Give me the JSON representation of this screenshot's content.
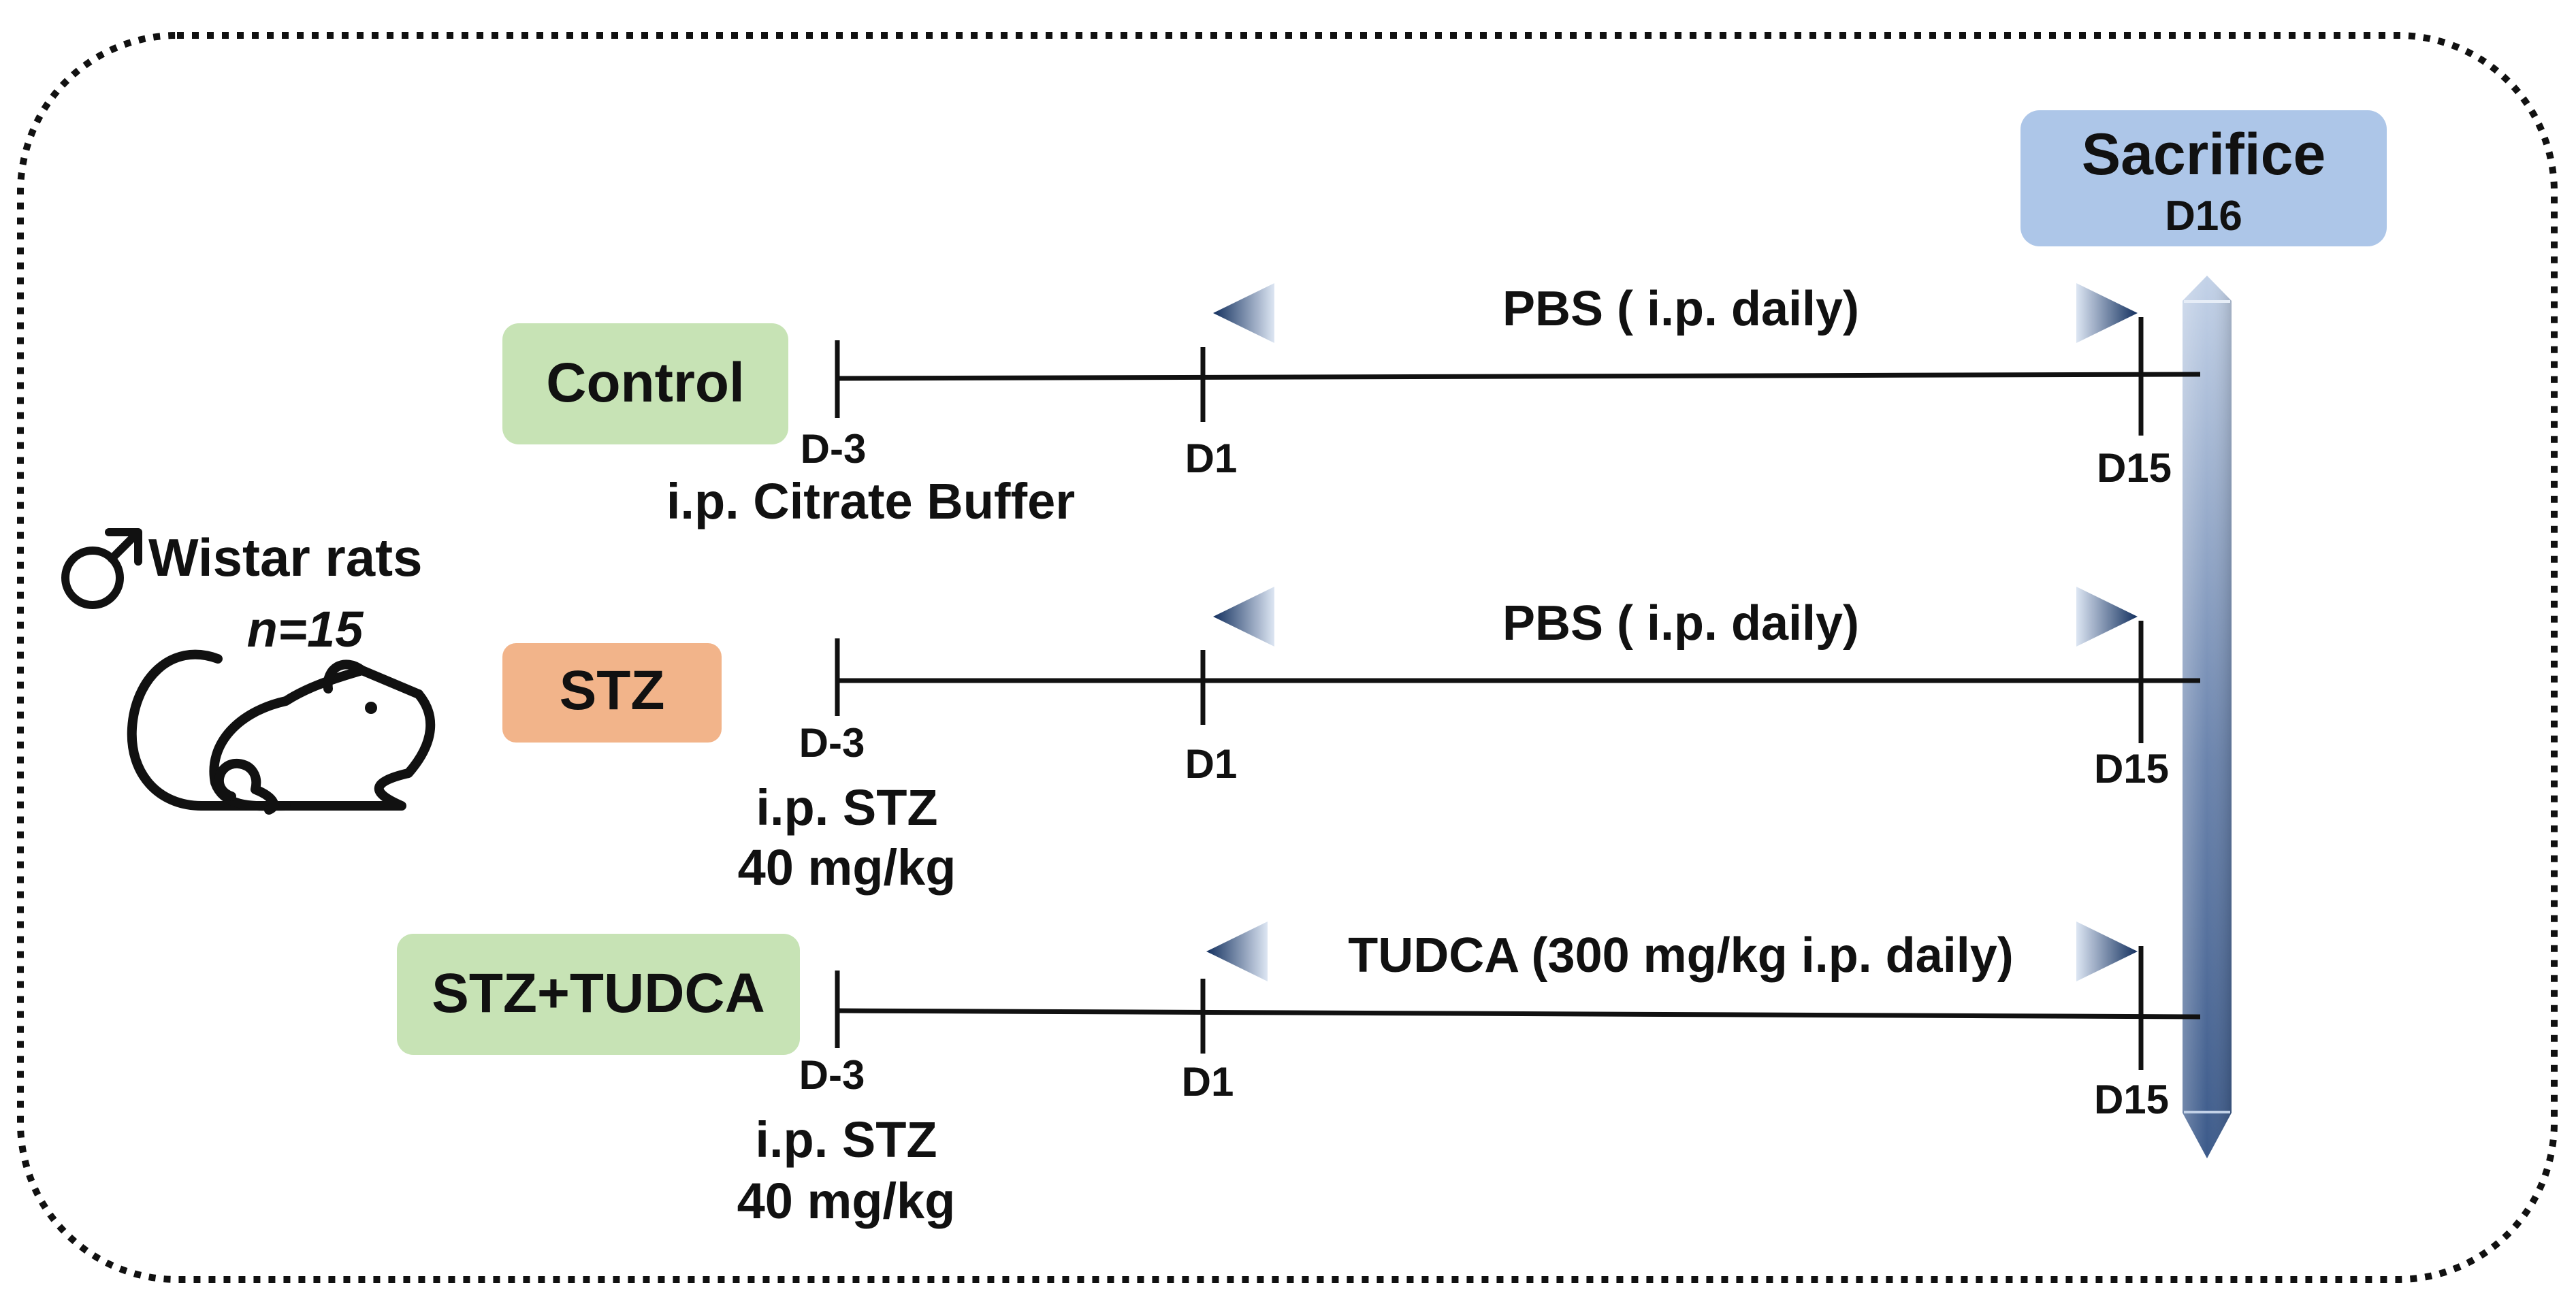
{
  "subject": {
    "symbol": "♂",
    "label": "Wistar rats",
    "n_label": "n=15",
    "n_color": "#e8141b",
    "icon": "rat-icon"
  },
  "sacrifice": {
    "title": "Sacrifice",
    "day": "D16",
    "color": "#adc6e8"
  },
  "groups": [
    {
      "name": "Control",
      "color": "#c7e3b5",
      "treatment": "PBS ( i.p. daily)",
      "start_day": "D-3",
      "start_note": [
        "i.p. Citrate Buffer"
      ],
      "mid_day": "D1",
      "end_day": "D15"
    },
    {
      "name": "STZ",
      "color": "#f2b48a",
      "treatment": "PBS ( i.p. daily)",
      "start_day": "D-3",
      "start_note": [
        "i.p. STZ",
        "40 mg/kg"
      ],
      "mid_day": "D1",
      "end_day": "D15"
    },
    {
      "name": "STZ+TUDCA",
      "color": "#c7e3b5",
      "treatment": "TUDCA (300 mg/kg i.p. daily)",
      "start_day": "D-3",
      "start_note": [
        "i.p. STZ",
        "40 mg/kg"
      ],
      "mid_day": "D1",
      "end_day": "D15"
    }
  ]
}
